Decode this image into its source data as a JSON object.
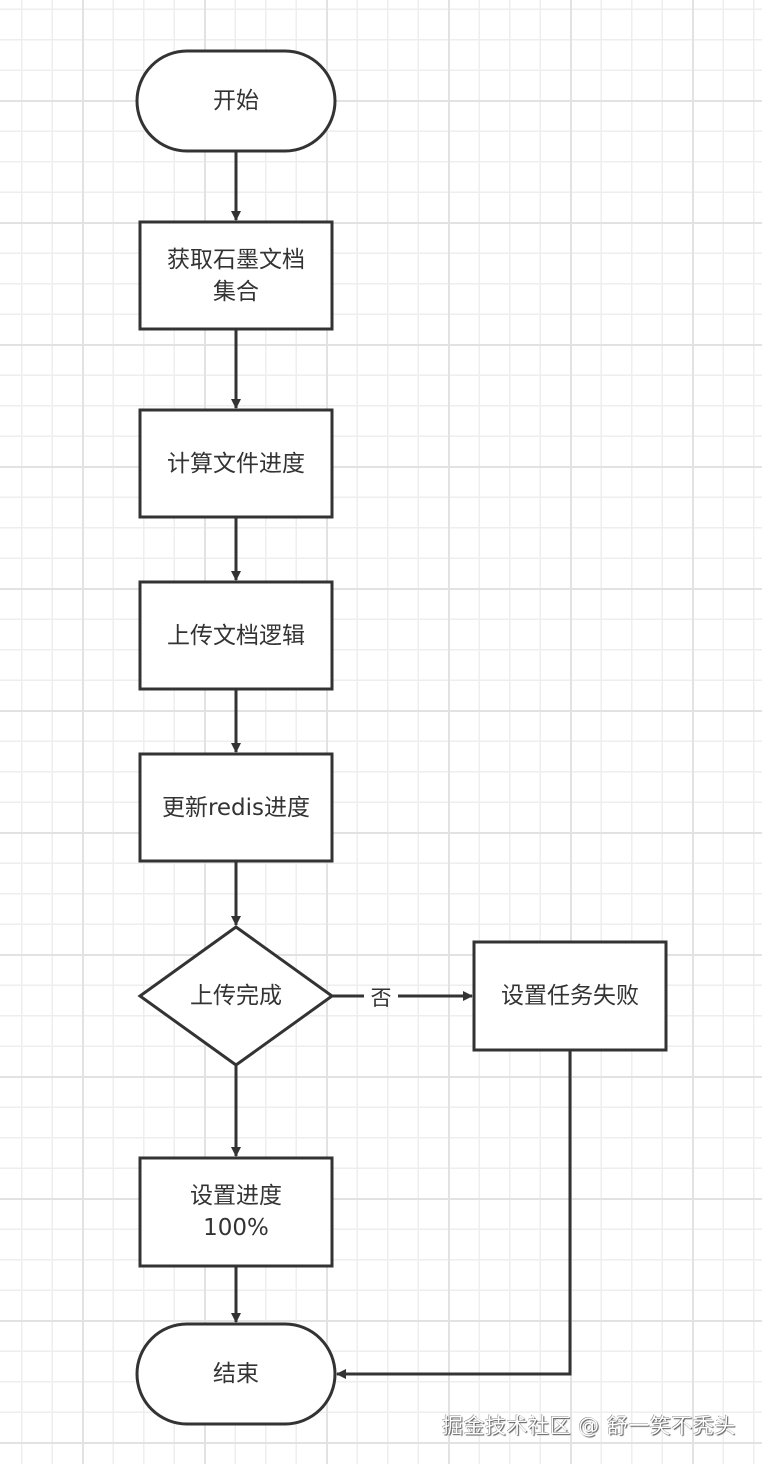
{
  "flowchart": {
    "nodes": {
      "start": "开始",
      "get_docs": "获取石墨文档集合",
      "calc_progress": "计算文件进度",
      "upload_logic": "上传文档逻辑",
      "update_redis": "更新redis进度",
      "decision": "上传完成",
      "set_failed": "设置任务失败",
      "set_100": "设置进度100%",
      "end": "结束"
    },
    "edge_labels": {
      "no": "否"
    },
    "line_color": "#333333"
  },
  "watermark": "掘金技术社区 @ 舒一笑不秃头"
}
